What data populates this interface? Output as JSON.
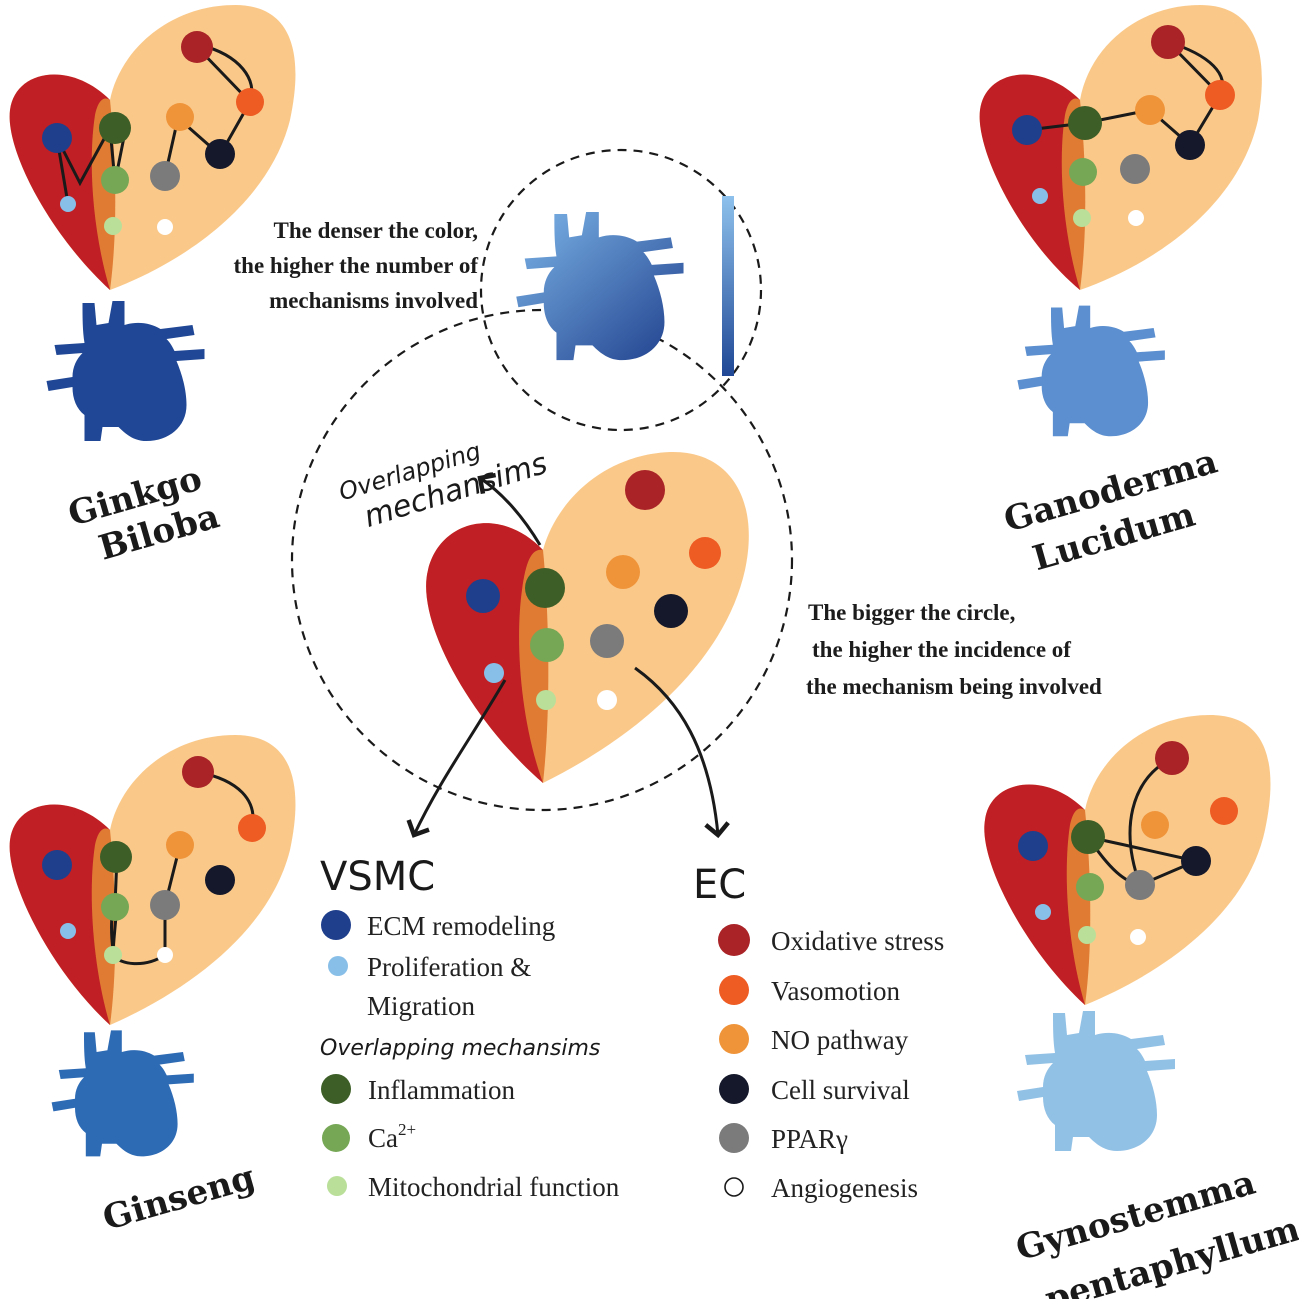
{
  "annotations": {
    "color_hint": [
      "The denser the color,",
      "the higher the number of",
      "mechanisms involved"
    ],
    "size_hint": [
      "The bigger the circle,",
      "the higher the incidence of",
      "the mechanism being involved"
    ],
    "overlap_label": [
      "Overlapping",
      "mechansims"
    ]
  },
  "herbs": [
    {
      "name": [
        "Ginkgo",
        "Biloba"
      ],
      "heart_color": "#1f4795"
    },
    {
      "name": [
        "Ganoderma",
        "Lucidum"
      ],
      "heart_color": "#5b8fcf"
    },
    {
      "name": [
        "Ginseng"
      ],
      "heart_color": "#2e6bb5"
    },
    {
      "name": [
        "Gynostemma",
        "pentaphyllum"
      ],
      "heart_color": "#92c1e6"
    }
  ],
  "legend": {
    "vsmc_title": "VSMC",
    "ec_title": "EC",
    "overlap_title": "Overlapping mechansims",
    "vsmc": [
      {
        "label": "ECM remodeling",
        "color": "#1f3f8c"
      },
      {
        "label": "Proliferation &",
        "label2": "Migration",
        "color": "#88bfe8"
      }
    ],
    "overlap": [
      {
        "label": "Inflammation",
        "color": "#3d5f27"
      },
      {
        "label": "Ca",
        "sup": "2+",
        "color": "#76a755"
      },
      {
        "label": "Mitochondrial function",
        "color": "#b9df99"
      }
    ],
    "ec": [
      {
        "label": "Oxidative stress",
        "color": "#a92327"
      },
      {
        "label": "Vasomotion",
        "color": "#ee5b23"
      },
      {
        "label": "NO pathway",
        "color": "#f0943a"
      },
      {
        "label": "Cell survival",
        "color": "#14182a"
      },
      {
        "label": "PPARγ",
        "color": "#7b7b7b"
      },
      {
        "label": "Angiogenesis",
        "color": "#ffffff"
      }
    ]
  }
}
